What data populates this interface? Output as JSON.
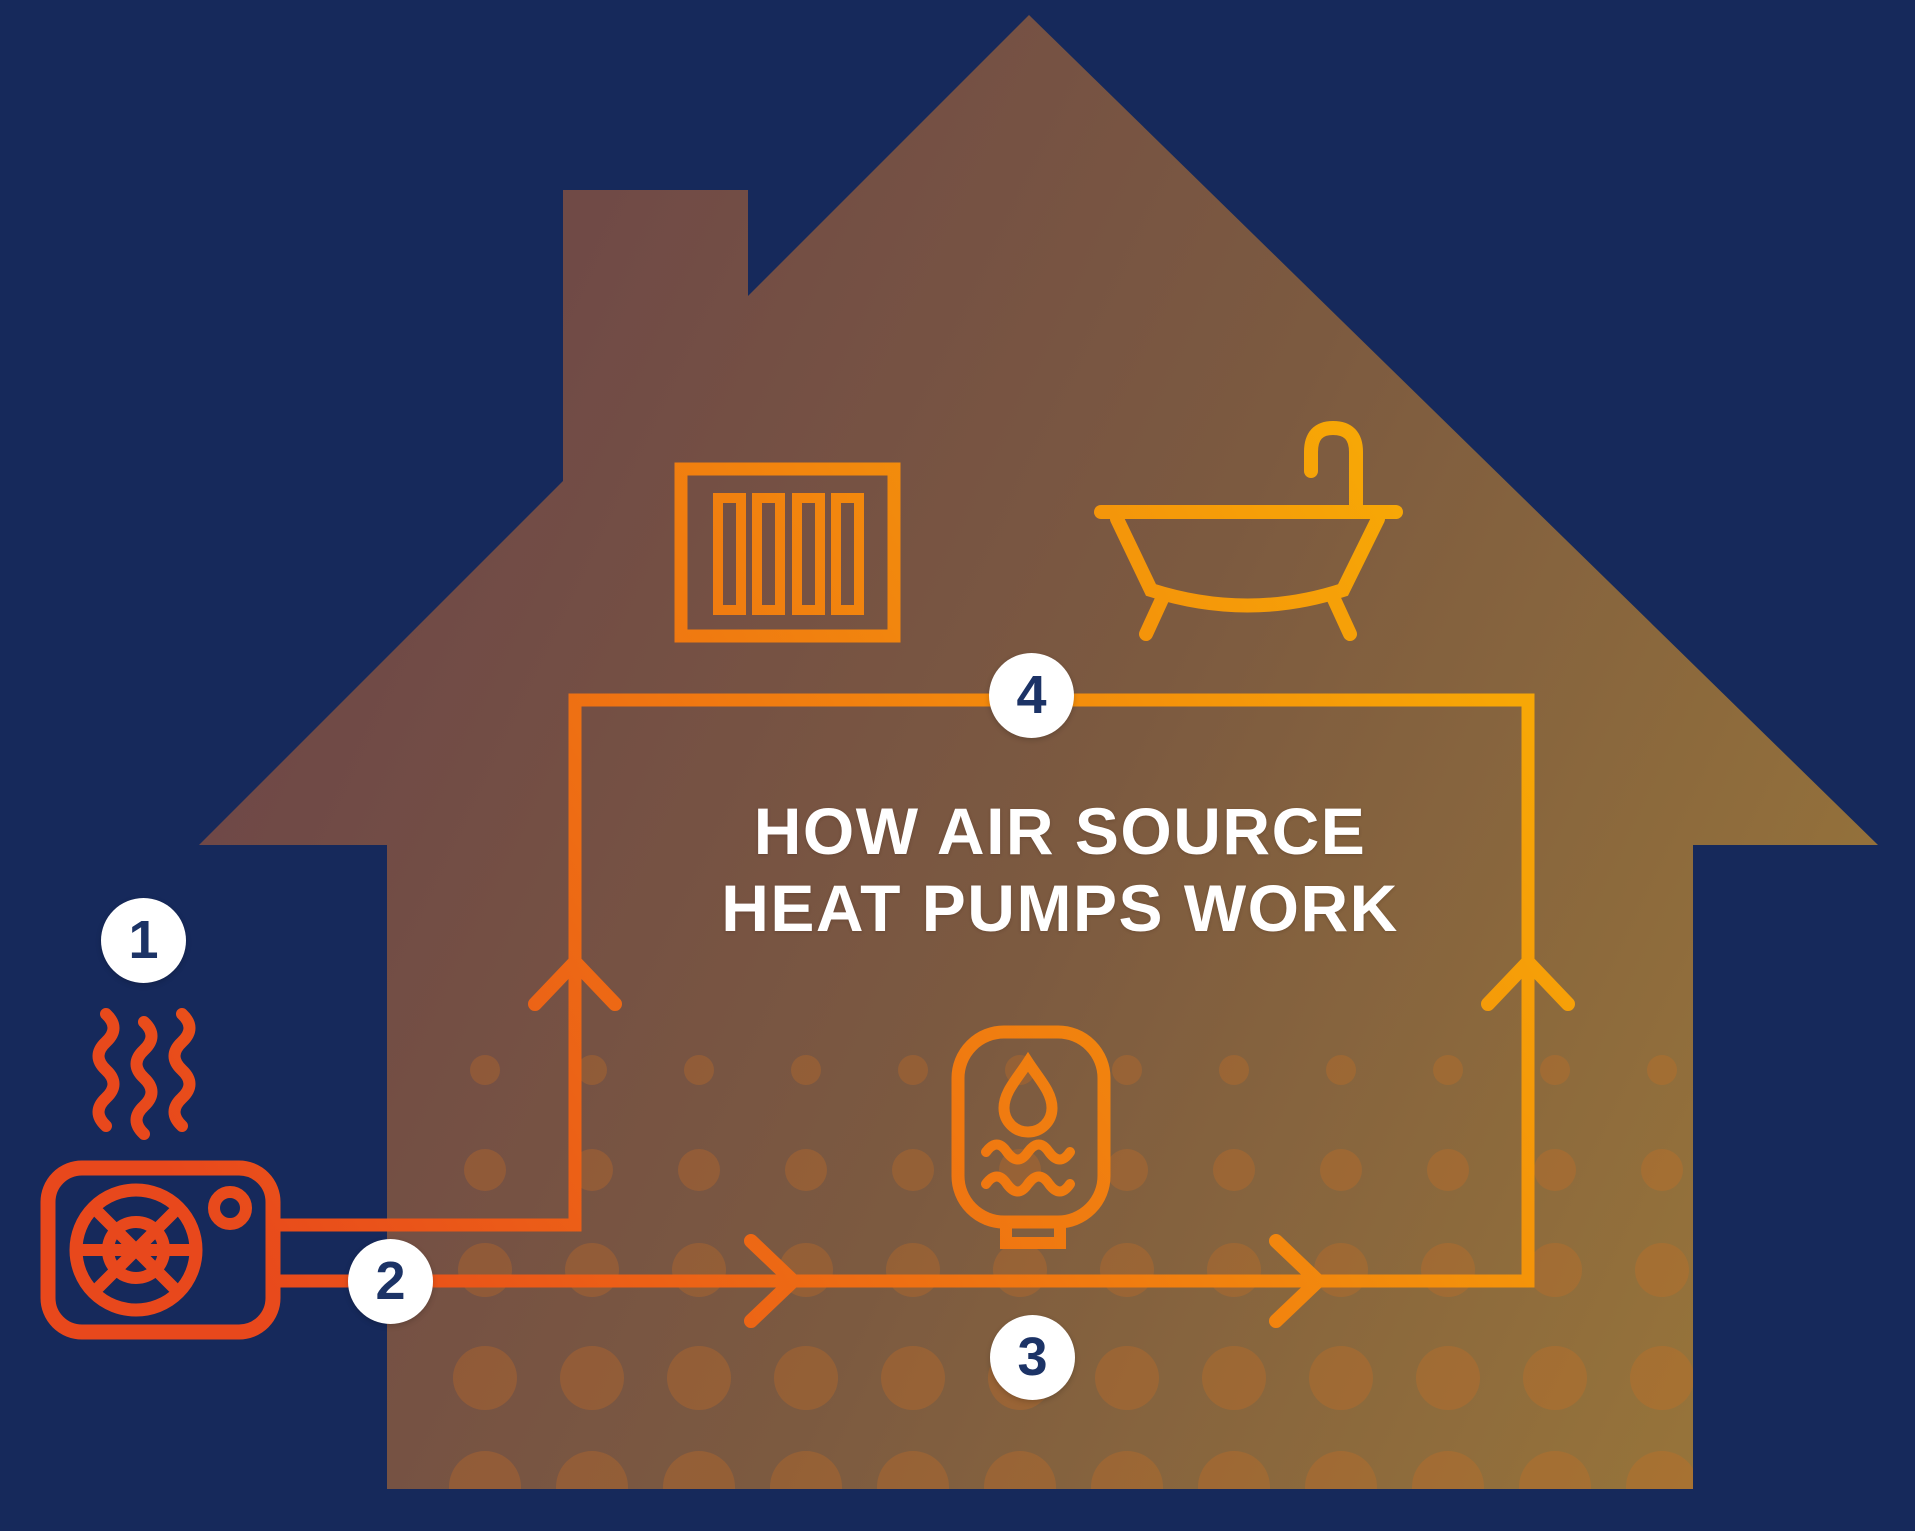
{
  "infographic": {
    "title": {
      "line1": "HOW AIR SOURCE",
      "line2": "HEAT PUMPS WORK"
    },
    "badges": [
      {
        "number": "1"
      },
      {
        "number": "2"
      },
      {
        "number": "3"
      },
      {
        "number": "4"
      }
    ],
    "icons": [
      "heat-waves-icon",
      "heat-pump-unit-icon",
      "radiator-icon",
      "bathtub-icon",
      "hot-water-cylinder-icon",
      "flow-arrow-up-icon",
      "flow-arrow-right-icon"
    ],
    "colors": {
      "background_navy": "#16295B",
      "badge_background": "#FFFFFF",
      "badge_number_navy": "#1C3366",
      "title_white": "#FFFFFF",
      "pipe_gradient_start": "#E8481C",
      "pipe_gradient_end": "#F7A706",
      "house_gradient_start": "#6B4349",
      "house_gradient_end": "#97743A",
      "dot_pattern": "#CE6F22"
    }
  }
}
